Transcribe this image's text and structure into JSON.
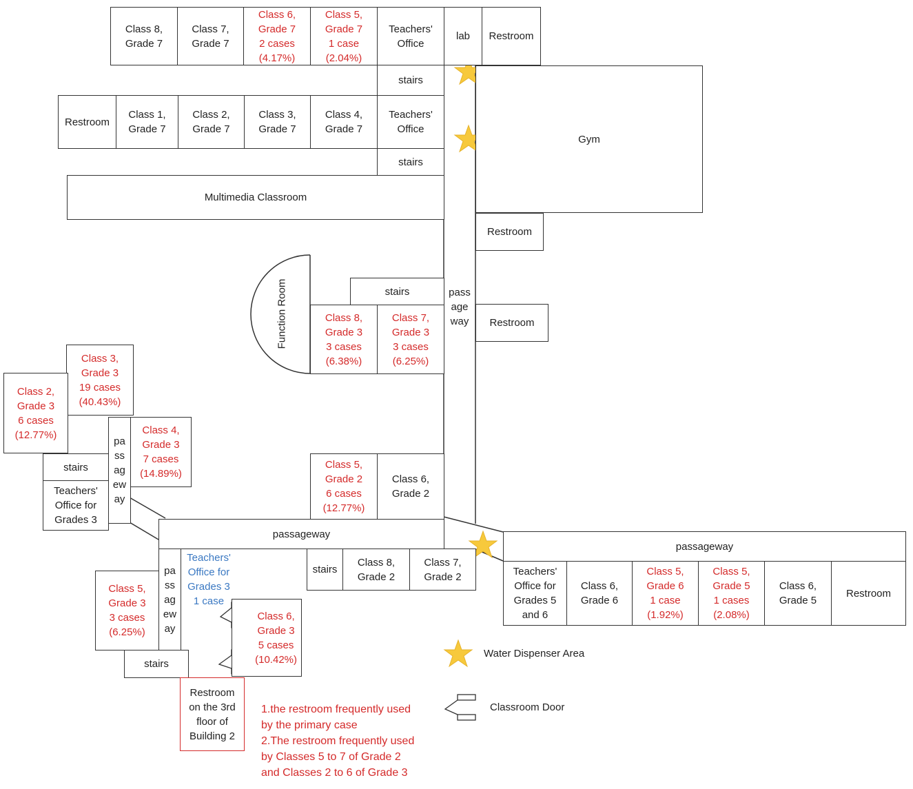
{
  "rooms": {
    "class8_g7": "Class 8,\nGrade 7",
    "class7_g7": "Class 7,\nGrade 7",
    "class6_g7": "Class 6,\nGrade 7\n2 cases\n(4.17%)",
    "class5_g7": "Class 5,\nGrade 7\n1 case\n(2.04%)",
    "teachers_office_top": "Teachers'\nOffice",
    "lab": "lab",
    "restroom_top": "Restroom",
    "stairs_1": "stairs",
    "restroom_left_g7": "Restroom",
    "class1_g7": "Class 1,\nGrade 7",
    "class2_g7": "Class 2,\nGrade 7",
    "class3_g7": "Class 3,\nGrade 7",
    "class4_g7": "Class 4,\nGrade 7",
    "teachers_office_mid": "Teachers'\nOffice",
    "stairs_2": "stairs",
    "gym": "Gym",
    "multimedia": "Multimedia Classroom",
    "restroom_gym": "Restroom",
    "function_room": "Function Room",
    "stairs_3": "stairs",
    "passageway_vertical": "pass\nage\nway",
    "restroom_passage": "Restroom",
    "class8_g3": "Class 8,\nGrade 3\n3 cases\n(6.38%)",
    "class7_g3": "Class 7,\nGrade 3\n3 cases\n(6.25%)",
    "class3_g3": "Class 3,\nGrade 3\n19 cases\n(40.43%)",
    "class2_g3": "Class 2,\nGrade 3\n6 cases\n(12.77%)",
    "class4_g3": "Class 4,\nGrade 3\n7 cases\n(14.89%)",
    "passageway_small": "pa\nss\nag\new\nay",
    "stairs_4": "stairs",
    "teachers_office_g3": "Teachers'\nOffice for\nGrades 3",
    "class5_g2": "Class 5,\nGrade 2\n6 cases\n(12.77%)",
    "class6_g2": "Class 6,\nGrade 2",
    "passageway_main": "passageway",
    "passageway_left": "pa\nss\nag\new\nay",
    "teachers_office_g3_case": "Teachers'\nOffice for\nGrades 3\n1 case",
    "stairs_5": "stairs",
    "class8_g2": "Class 8,\nGrade 2",
    "class7_g2": "Class 7,\nGrade 2",
    "passageway_right": "passageway",
    "teachers_office_g56": "Teachers'\nOffice for\nGrades 5\nand 6",
    "class6_g6": "Class 6,\nGrade 6",
    "class5_g6": "Class 5,\nGrade 6\n1 case\n(1.92%)",
    "class5_g5": "Class 5,\nGrade 5\n1 cases\n(2.08%)",
    "class6_g5": "Class 6,\nGrade 5",
    "restroom_right": "Restroom",
    "class5_g3": "Class 5,\nGrade 3\n3 cases\n(6.25%)",
    "class6_g3": "Class 6,\nGrade 3\n5 cases\n(10.42%)",
    "stairs_6": "stairs",
    "restroom_3rd": "Restroom\non the 3rd\nfloor of\nBuilding 2"
  },
  "legend": {
    "water_dispenser": "Water Dispenser Area",
    "classroom_door": "Classroom Door"
  },
  "notes": {
    "note1": "1.the restroom frequently used\nby the primary case",
    "note2": "2.The restroom frequently used\nby Classes 5 to 7 of Grade 2\nand Classes 2 to 6 of Grade 3"
  },
  "colors": {
    "case_text": "#d42a2a",
    "office_case_text": "#3a78c2",
    "star": "#f7c93c"
  }
}
